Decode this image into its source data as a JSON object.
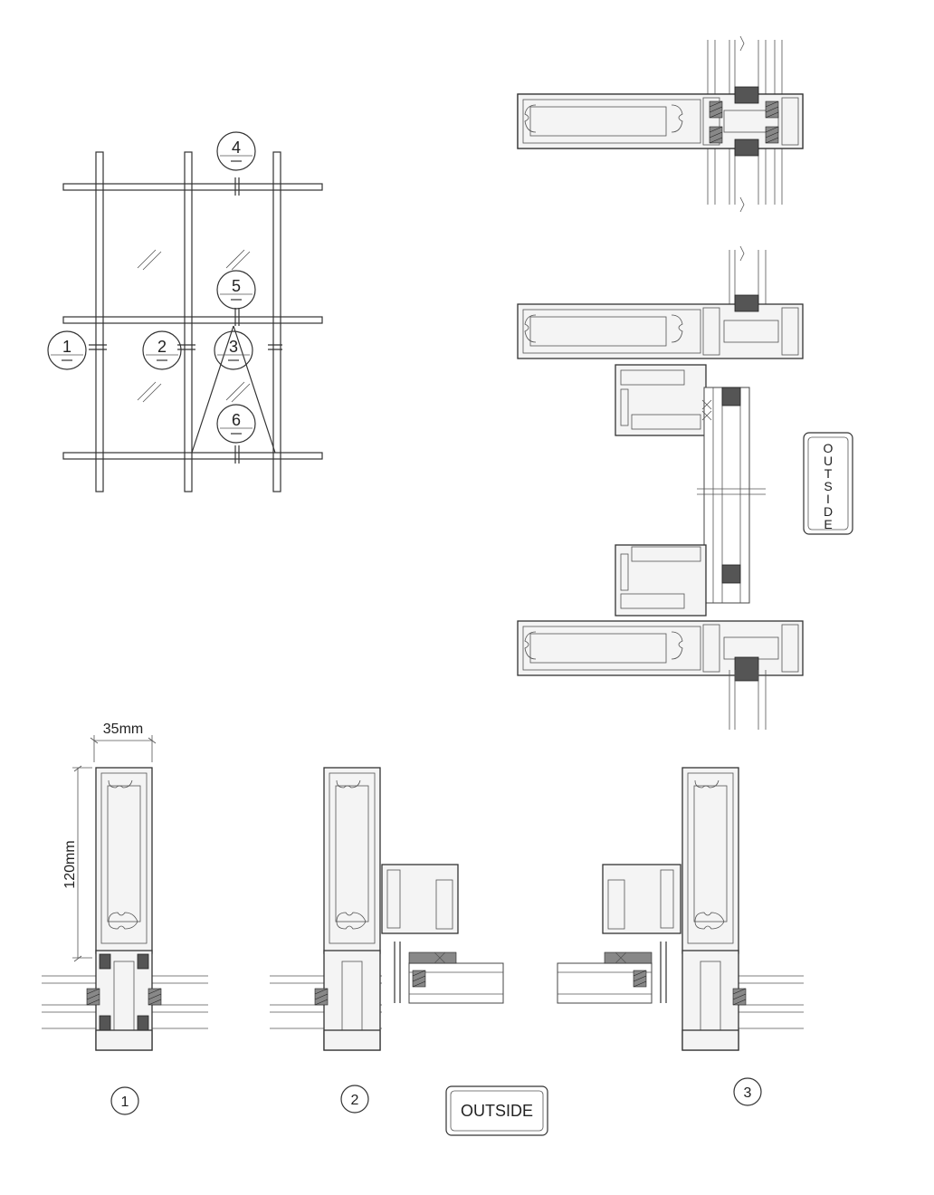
{
  "elevation": {
    "callouts": [
      {
        "id": "c1",
        "label": "1"
      },
      {
        "id": "c2",
        "label": "2"
      },
      {
        "id": "c3",
        "label": "3"
      },
      {
        "id": "c4",
        "label": "4"
      },
      {
        "id": "c5",
        "label": "5"
      },
      {
        "id": "c6",
        "label": "6"
      }
    ]
  },
  "sections": {
    "dim_width": "35mm",
    "dim_height": "120mm",
    "labels": [
      "1",
      "2",
      "3"
    ]
  },
  "outside_label_bottom": "OUTSIDE",
  "outside_label_right": [
    "O",
    "U",
    "T",
    "S",
    "I",
    "D",
    "E"
  ]
}
